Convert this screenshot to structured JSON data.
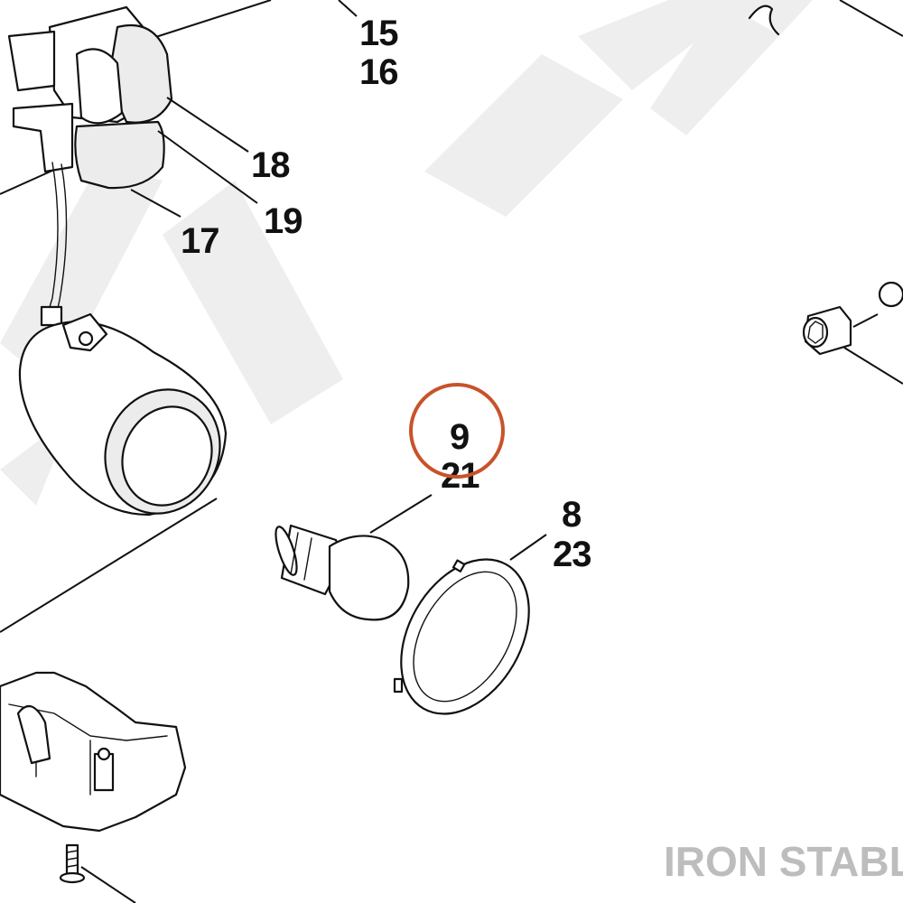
{
  "diagram": {
    "callouts": [
      {
        "id": "c15",
        "text": "15"
      },
      {
        "id": "c16",
        "text": "16"
      },
      {
        "id": "c18",
        "text": "18"
      },
      {
        "id": "c19",
        "text": "19"
      },
      {
        "id": "c17",
        "text": "17"
      },
      {
        "id": "c9",
        "text": "9"
      },
      {
        "id": "c21",
        "text": "21"
      },
      {
        "id": "c8",
        "text": "8"
      },
      {
        "id": "c23",
        "text": "23"
      }
    ],
    "highlight": {
      "callout": "9",
      "color": "#c8532a"
    }
  },
  "watermark": {
    "brand": "IRON STABLE",
    "color": "#bdbdbd",
    "background_text_color": "#eeeeee"
  }
}
